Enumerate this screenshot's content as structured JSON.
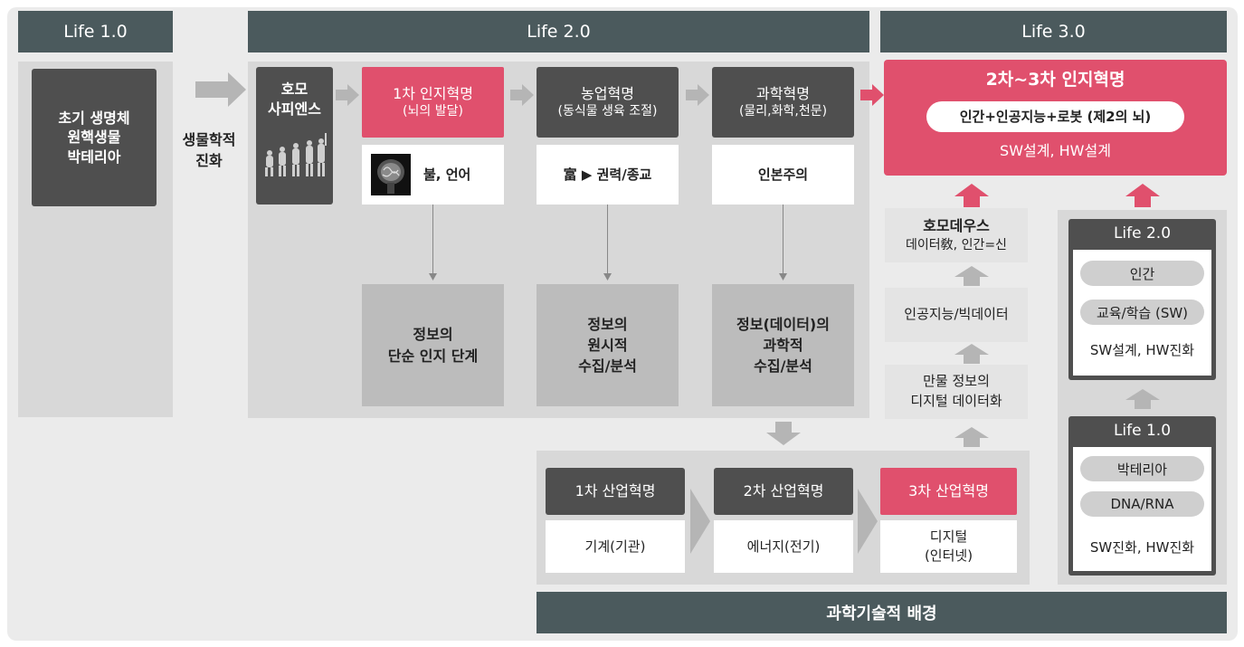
{
  "headers": {
    "life1": "Life 1.0",
    "life2": "Life 2.0",
    "life3": "Life 3.0"
  },
  "life1_box": "초기 생명체\n원핵생물\n박테리아",
  "bio_evolution": "생물학적\n진화",
  "homo_sapiens": "호모\n사피엔스",
  "revolutions": [
    {
      "title": "1차 인지혁명",
      "sub": "(뇌의 발달)",
      "item": "불, 언어",
      "stage": "정보의\n단순 인지 단계"
    },
    {
      "title": "농업혁명",
      "sub": "(동식물 생육 조절)",
      "item": "富 ▶ 권력/종교",
      "stage": "정보의\n원시적\n수집/분석"
    },
    {
      "title": "과학혁명",
      "sub": "(물리,화학,천문)",
      "item": "인본주의",
      "stage": "정보(데이터)의\n과학적\n수집/분석"
    }
  ],
  "industrial": [
    {
      "title": "1차 산업혁명",
      "item": "기계(기관)"
    },
    {
      "title": "2차 산업혁명",
      "item": "에너지(전기)"
    },
    {
      "title": "3차 산업혁명",
      "item": "디지털\n(인터넷)"
    }
  ],
  "tech_background": "과학기술적 배경",
  "life3_box": {
    "title": "2차~3차 인지혁명",
    "pill": "인간+인공지능+로봇 (제2의 뇌)",
    "sub": "SW설계, HW설계"
  },
  "path_steps": [
    {
      "title": "호모데우스",
      "sub": "데이터敎, 인간=신"
    },
    {
      "title": "인공지능/빅데이터",
      "sub": ""
    },
    {
      "title": "만물 정보의\n디지털 데이터화",
      "sub": ""
    }
  ],
  "mini_life2": {
    "title": "Life 2.0",
    "pills": [
      "인간",
      "교육/학습 (SW)"
    ],
    "text": "SW설계, HW진화"
  },
  "mini_life1": {
    "title": "Life 1.0",
    "pills": [
      "박테리아",
      "DNA/RNA"
    ],
    "text": "SW진화, HW진화"
  },
  "colors": {
    "header": "#4b5a5d",
    "dark_box": "#4f4f4f",
    "accent_pink": "#e0506d",
    "panel": "#d8d8d8",
    "arrow_gray": "#b5b5b5"
  }
}
